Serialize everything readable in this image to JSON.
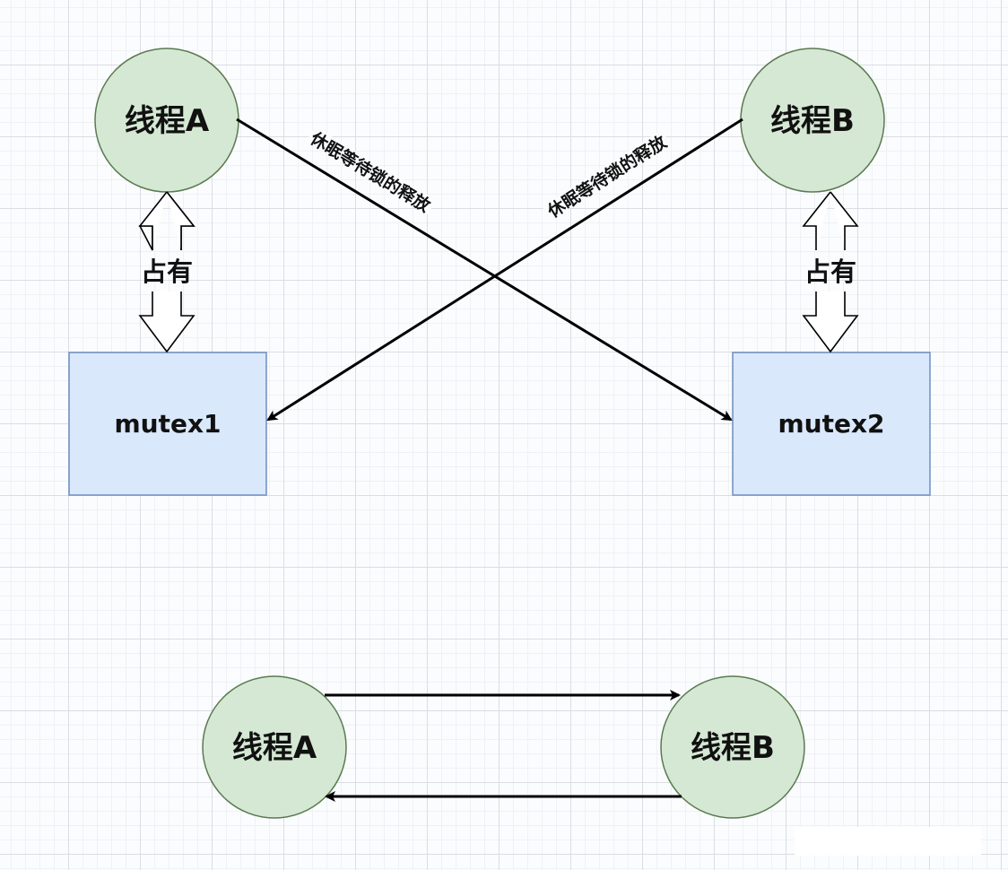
{
  "diagram": {
    "title": "Deadlock between two threads and two mutexes",
    "colors": {
      "thread_fill": "#d5e8d4",
      "thread_stroke": "#82b366",
      "mutex_fill": "#dae8fc",
      "mutex_stroke": "#6c8ebf",
      "edge": "#000000"
    },
    "top": {
      "thread_a": {
        "label": "线程A"
      },
      "thread_b": {
        "label": "线程B"
      },
      "mutex1": {
        "label": "mutex1"
      },
      "mutex2": {
        "label": "mutex2"
      },
      "hold_left": {
        "label": "占有"
      },
      "hold_right": {
        "label": "占有"
      },
      "wait_a_to_mutex2": {
        "label": "休眠等待锁的释放"
      },
      "wait_b_to_mutex1": {
        "label": "休眠等待锁的释放"
      }
    },
    "bottom": {
      "thread_a": {
        "label": "线程A"
      },
      "thread_b": {
        "label": "线程B"
      },
      "edges": [
        {
          "from": "线程A",
          "to": "线程B"
        },
        {
          "from": "线程B",
          "to": "线程A"
        }
      ]
    }
  }
}
